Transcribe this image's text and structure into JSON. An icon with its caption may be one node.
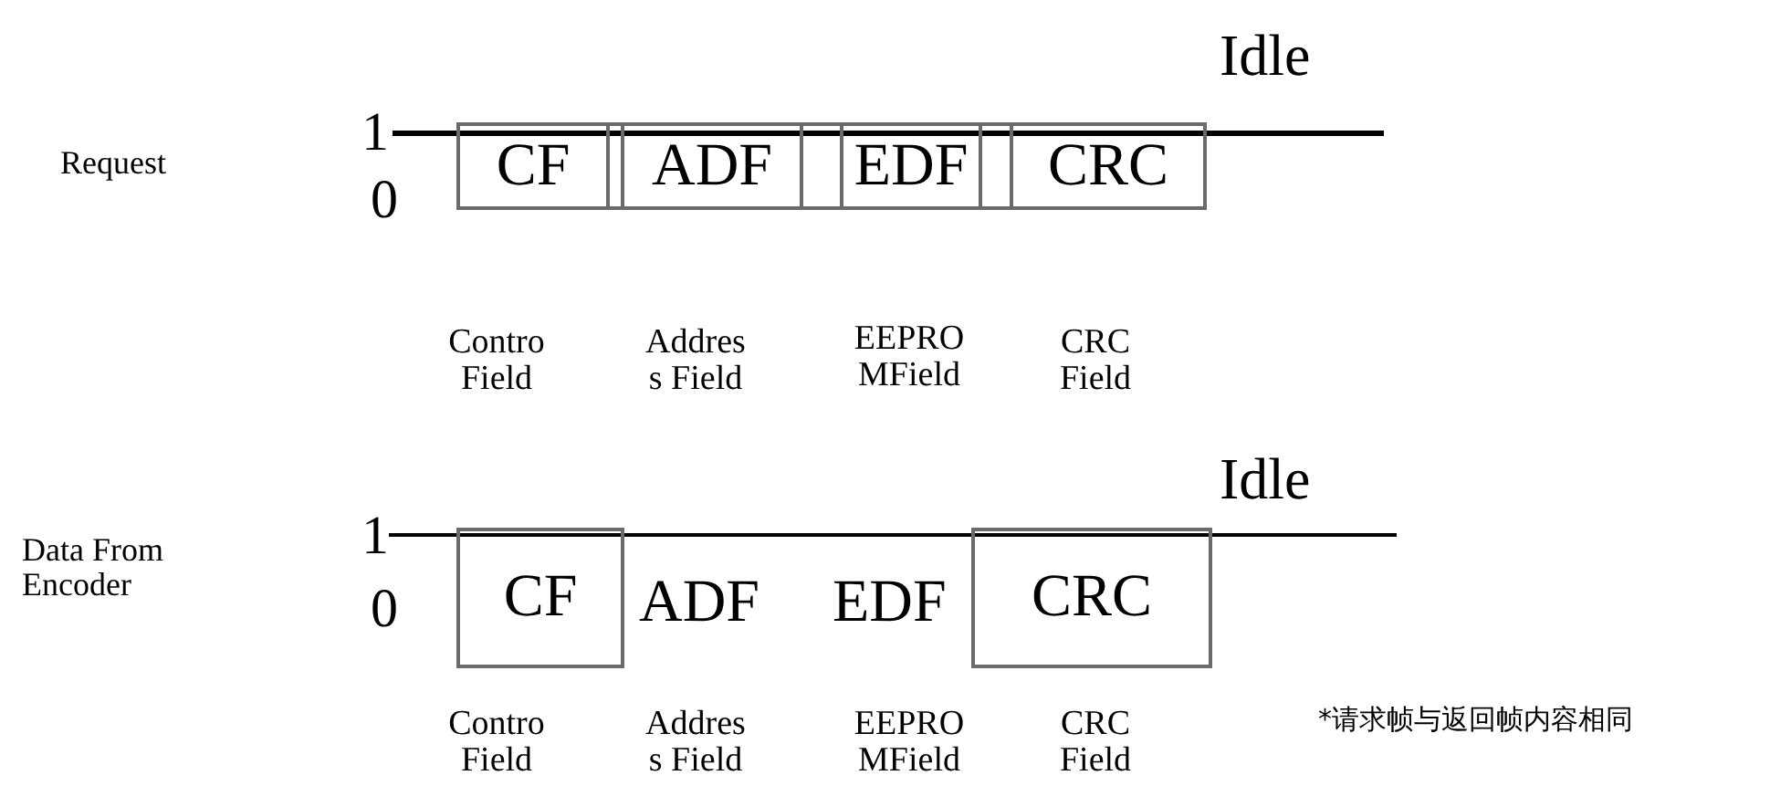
{
  "diagram": {
    "nodes": [
      {
        "text": [
          "CF"
        ]
      },
      {
        "text": [],
        "shape": "box"
      },
      {
        "text": [
          "ADF"
        ]
      },
      {
        "text": [],
        "shape": "box"
      },
      {
        "text": [
          "EDF"
        ]
      },
      {
        "text": [],
        "shape": "box"
      },
      {
        "text": [
          "CRC"
        ]
      },
      {
        "text": [
          "CF"
        ]
      },
      {
        "text": [
          "CRC"
        ]
      }
    ],
    "labels": [
      "Idle",
      "1",
      "Request",
      "0",
      "Contro Field",
      "Addres s Field",
      "EEPRO MField",
      "CRC Field",
      "Idle",
      "1",
      "Data From Encoder",
      "0",
      "ADF",
      "EDF",
      "Contro Field",
      "Addres s Field",
      "EEPRO MField",
      "CRC Field",
      "*请求帧与返回帧内容相同"
    ]
  }
}
